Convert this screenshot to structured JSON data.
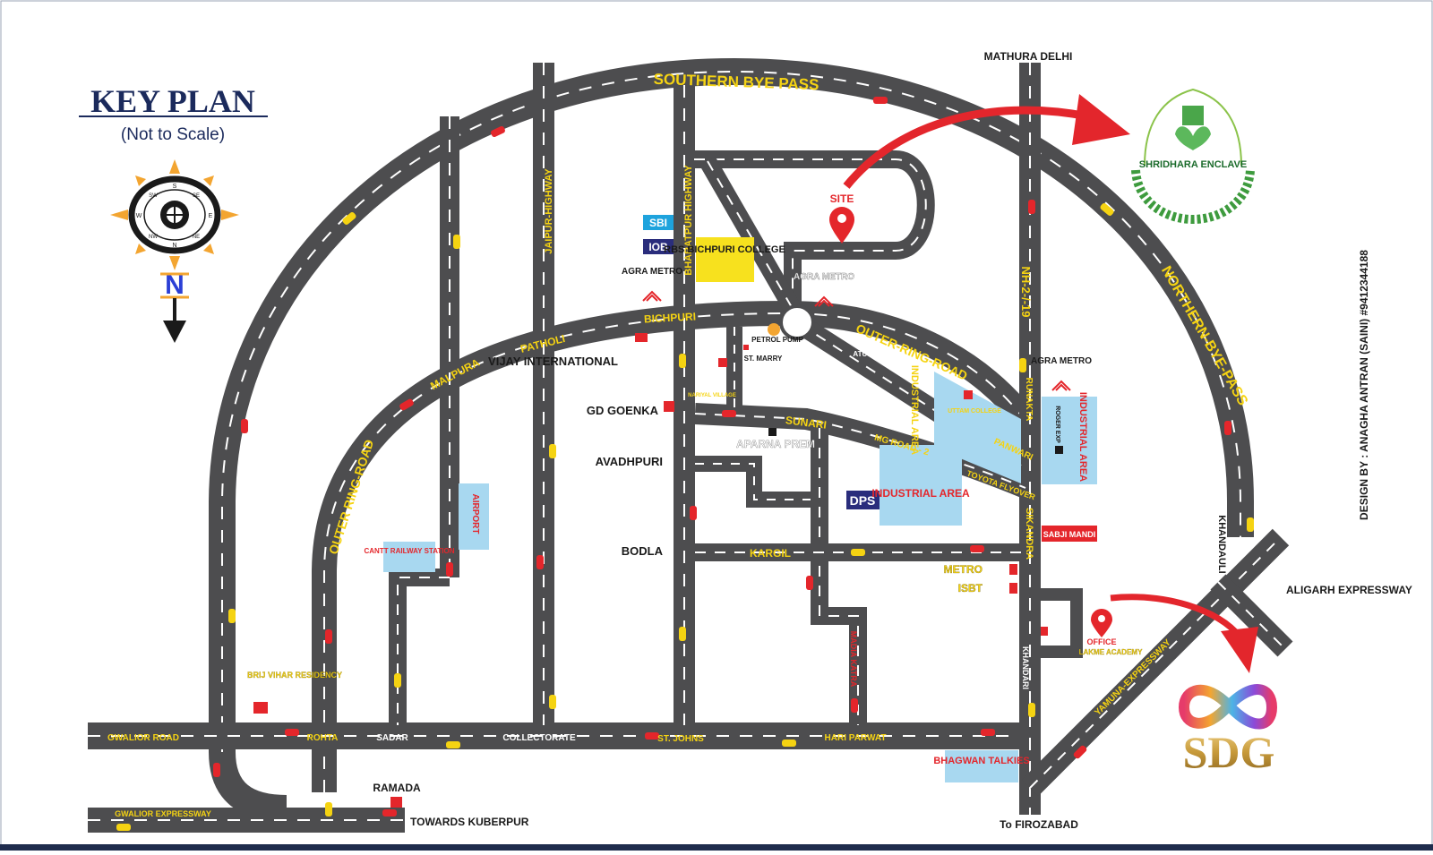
{
  "header": {
    "title": "KEY PLAN",
    "subtitle": "(Not to Scale)"
  },
  "compass": {
    "north_letter": "N",
    "ring_letters": [
      "N",
      "NE",
      "E",
      "SE",
      "S",
      "SW",
      "W",
      "NW"
    ]
  },
  "roads": {
    "southern_bye_pass": "SOUTHERN BYE PASS",
    "northern_bye_pass": "NORTHERN-BYE-PASS",
    "outer_ring_road_west": "OUTER RING-ROAD",
    "outer_ring_road_east": "OUTER-RING-ROAD",
    "jaipur_highway": "JAIPUR-HIGHWAY",
    "bharatpur_highway": "BHARATPUR HIGHWAY",
    "nh_2_19": "NH-2-/-19",
    "bichpuri": "BICHPURI",
    "patholi": "PATHOLI",
    "malpura": "MALPURA",
    "sunari": "SUNARI",
    "mg_road": "MG ROAD - 2",
    "toyota_flyover": "TOYOTA FLYOVER",
    "panwari": "PANWARI",
    "runakta": "RUNAKTA",
    "sikandra": "SIKANDRA",
    "kargil": "KARGIL",
    "gwalior_road": "GWALIOR ROAD",
    "rohta": "ROHTA",
    "sadar": "SADAR",
    "collectorate": "COLLECTORATE",
    "st_johns": "ST. JOHNS",
    "hari_parwat": "HARI PARWAT",
    "gwalior_expressway": "GWALIOR EXPRESSWAY",
    "yamuna_expressway": "YAMUNA-EXPRESSWAY",
    "khandari": "KHANDARI",
    "khandauli": "KHANDAULI",
    "atus": "ATUS"
  },
  "places": {
    "mathura_delhi": "MATHURA DELHI",
    "site": "SITE",
    "sbi": "SBI",
    "iob": "IOB",
    "rbs_college": "RBS BICHPURI COLLEGE",
    "agra_metro": "AGRA METRO",
    "petrol_pump": "PETROL PUMP",
    "st_marry": "ST. MARRY",
    "vijay_international": "VIJAY INTERNATIONAL",
    "gd_goenka": "GD GOENKA",
    "avadhpuri": "AVADHPURI",
    "aparna_prem": "APARNA PREM",
    "bodla": "BODLA",
    "dps": "DPS",
    "industrial_area": "INDUSTRIAL AREA",
    "uttam_college": "UTTAM COLLEGE",
    "roger_exp": "ROGER EXP",
    "sabji_mandi": "SABJI MANDI",
    "metro": "METRO",
    "isbt": "ISBT",
    "office": "OFFICE",
    "lakme_academy": "LAKME ACADEMY",
    "airport": "AIRPORT",
    "cantt_station": "CANTT RAILWAY STATION",
    "brij_vihar": "BRIJ VIHAR RESIDENCY",
    "ramada": "RAMADA",
    "towards_kuberpur": "TOWARDS KUBERPUR",
    "bhagwan_talkies": "BHAGWAN TALKIES",
    "to_firozabad": "To FIROZABAD",
    "aligarh_expressway": "ALIGARH EXPRESSWAY",
    "madia_katra": "MADIA KATRA",
    "nariyal_village": "NARIYAL VILLAGE"
  },
  "branding": {
    "enclave_name": "SHRIDHARA ENCLAVE",
    "sdg": "SDG",
    "design_credit": "DESIGN BY : ANAGHA ANTRAN (SAINI) #9412344188"
  },
  "colors": {
    "road": "#4d4d4f",
    "road_dash": "#ffffff",
    "road_label": "#f5d312",
    "marker_red": "#e4262b",
    "arrow_red": "#e3262c",
    "highlight_blue": "#a8d8f0",
    "title_navy": "#1b2a5c",
    "enclave_green": "#4aa64a",
    "sdg_gold": "#c79a3a",
    "footer_bar": "#1f2c4d"
  }
}
